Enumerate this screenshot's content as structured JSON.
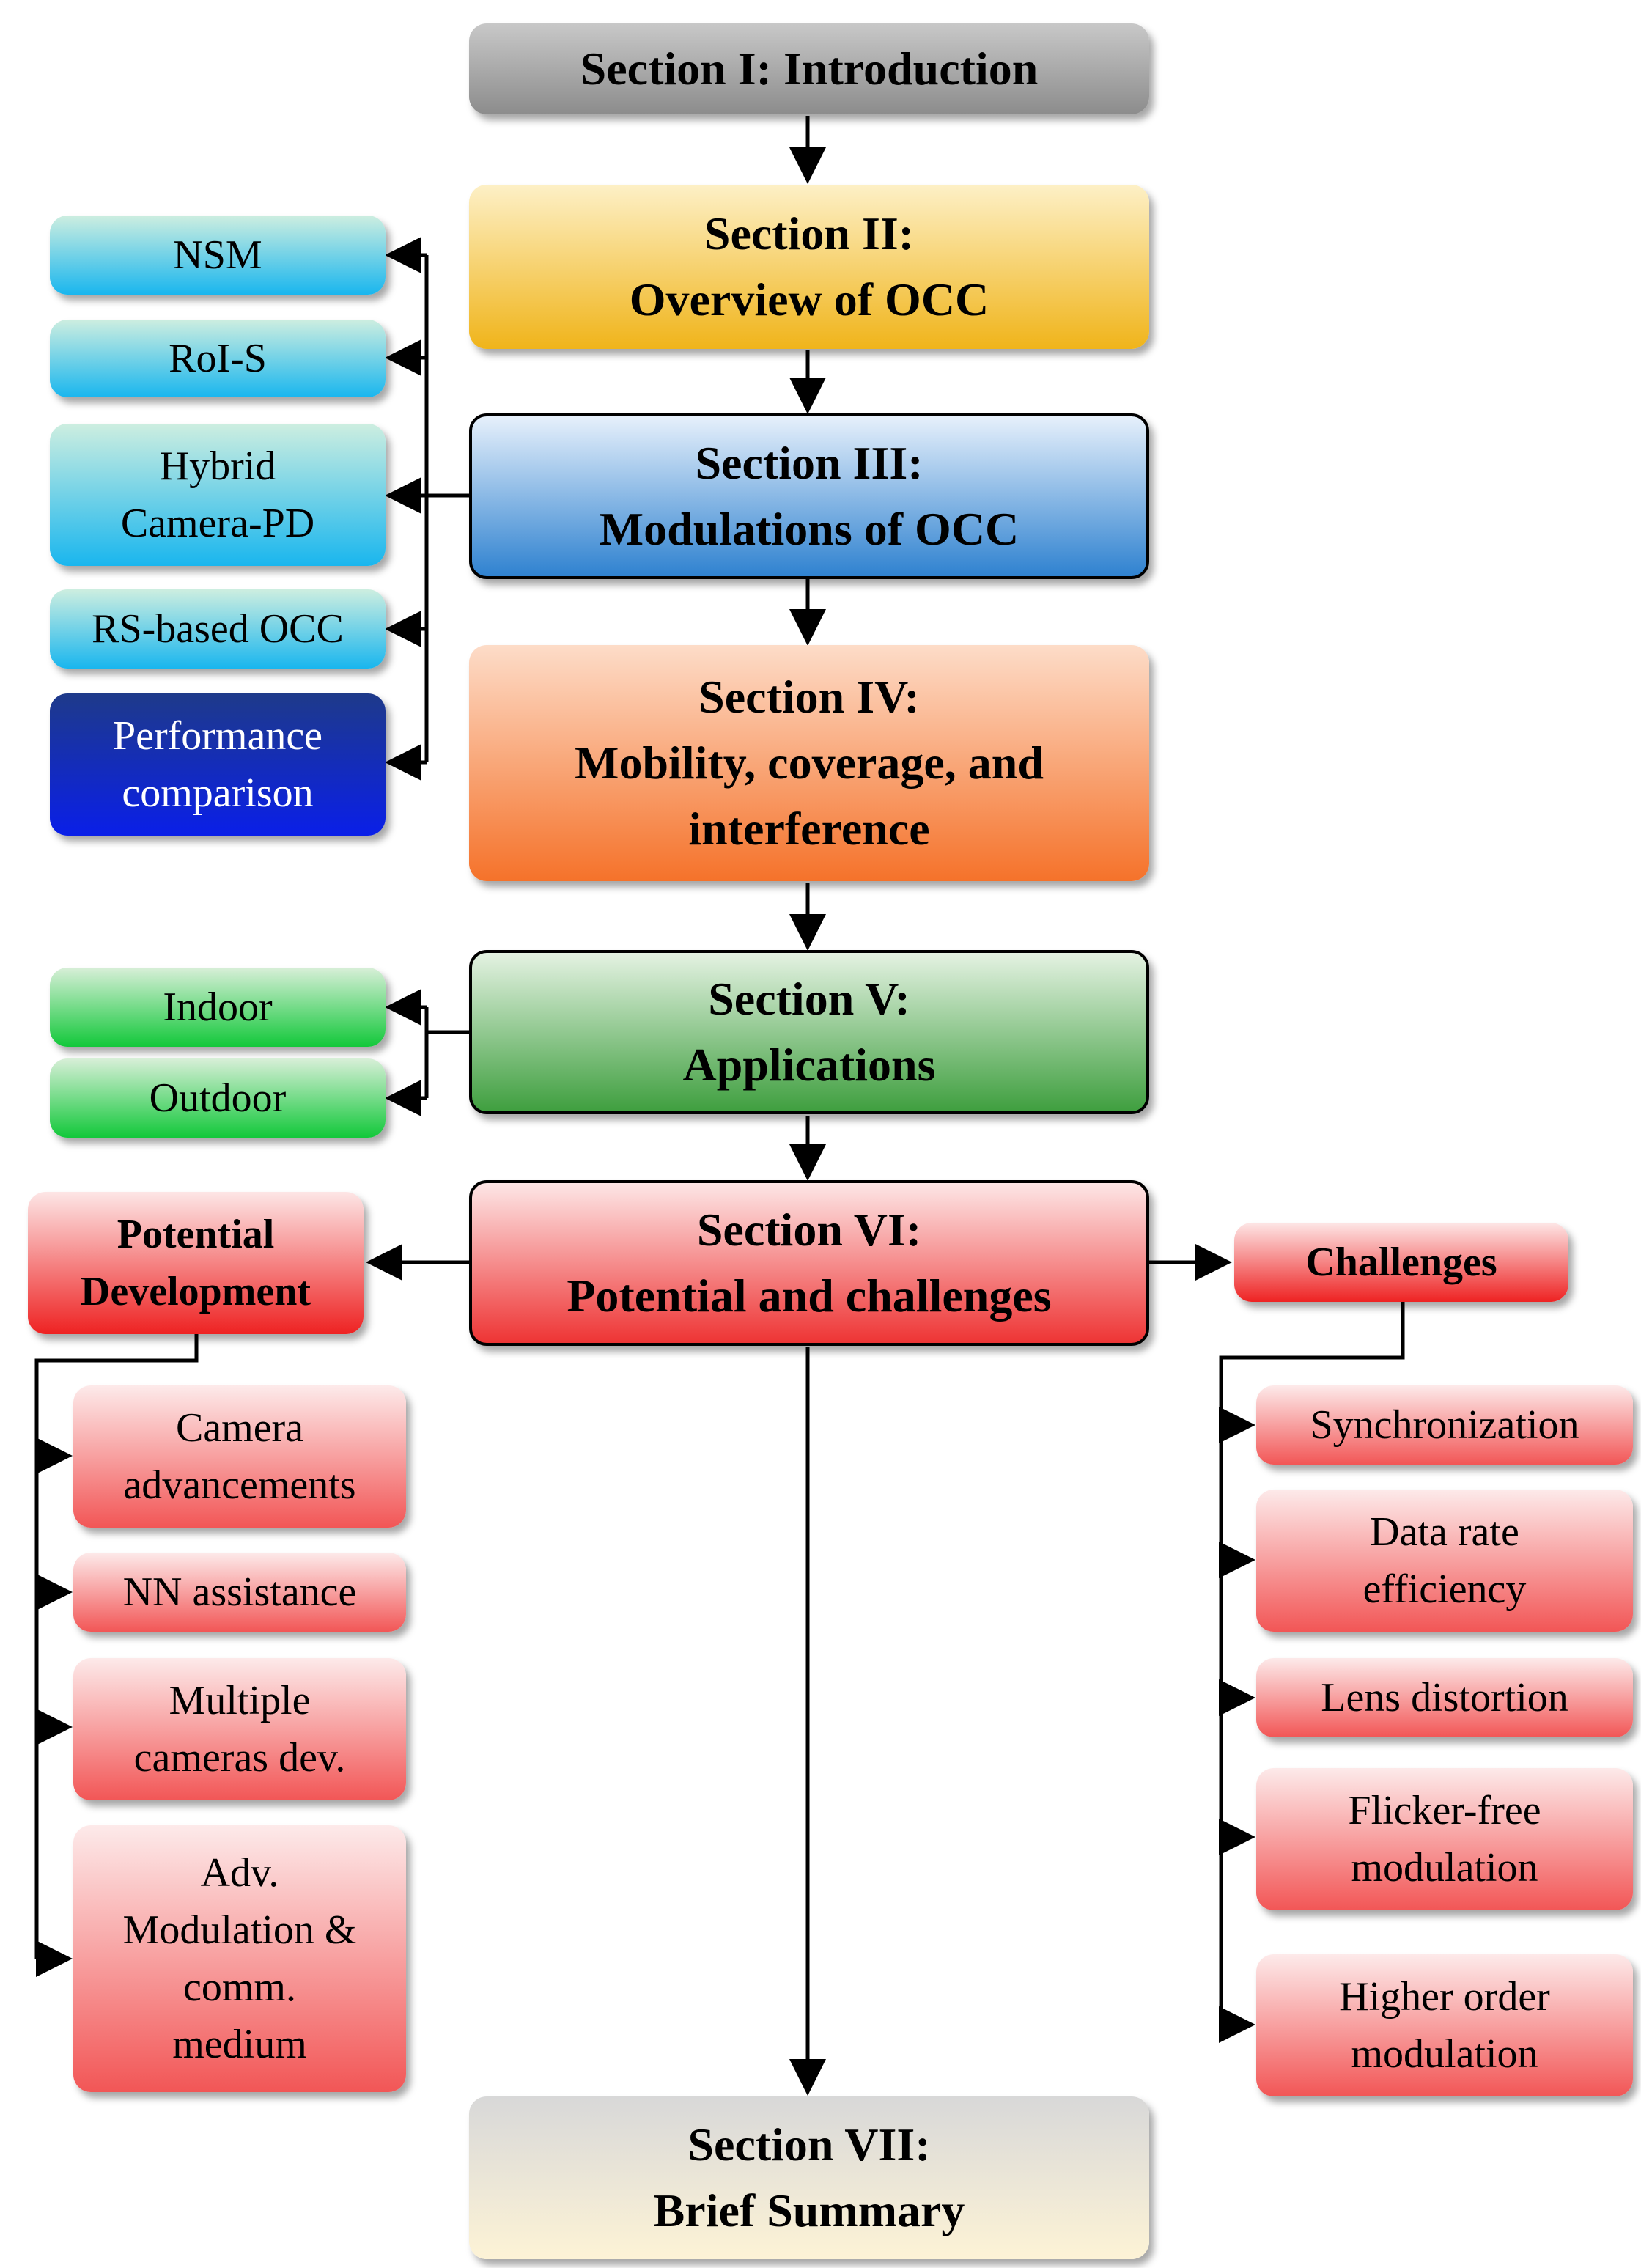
{
  "sections": {
    "s1": "Section I: Introduction",
    "s2": "Section II:\nOverview of OCC",
    "s3": "Section III:\nModulations of OCC",
    "s4": "Section IV:\nMobility, coverage, and\ninterference",
    "s5": "Section V:\nApplications",
    "s6": "Section VI:\nPotential and challenges",
    "s7": "Section VII:\nBrief Summary"
  },
  "modulations": [
    "NSM",
    "RoI-S",
    "Hybrid\nCamera-PD",
    "RS-based OCC",
    "Performance\ncomparison"
  ],
  "applications": [
    "Indoor",
    "Outdoor"
  ],
  "potential": {
    "title": "Potential\nDevelopment",
    "items": [
      "Camera\nadvancements",
      "NN assistance",
      "Multiple\ncameras dev.",
      "Adv.\nModulation &\ncomm.\nmedium"
    ]
  },
  "challenges": {
    "title": "Challenges",
    "items": [
      "Synchronization",
      "Data rate\nefficiency",
      "Lens distortion",
      "Flicker-free\nmodulation",
      "Higher order\nmodulation"
    ]
  },
  "colors": {
    "s1": "#a9a9a9",
    "s2": "#f2b81c",
    "s3": "#3f8fd6",
    "s4": "#f57a2e",
    "s5": "#4ea94e",
    "s6": "#f04848",
    "s7": "#fbf0d2",
    "line": "#000000"
  }
}
